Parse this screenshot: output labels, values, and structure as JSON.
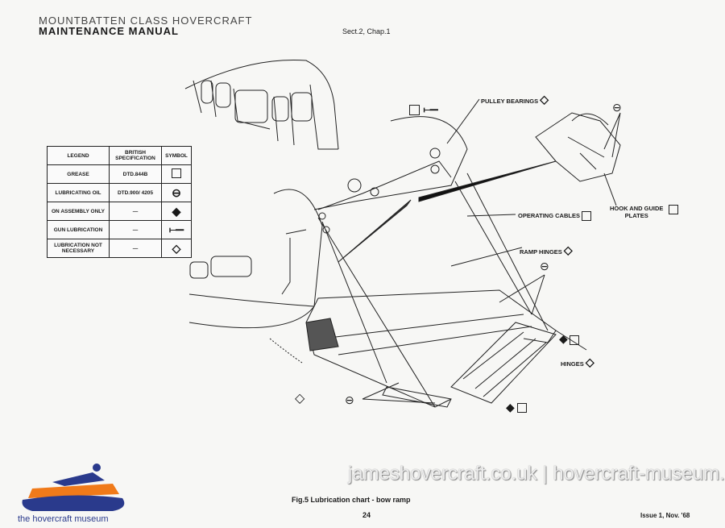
{
  "header": {
    "title": "MOUNTBATTEN CLASS HOVERCRAFT",
    "subtitle": "MAINTENANCE MANUAL",
    "section": "Sect.2, Chap.1"
  },
  "legend": {
    "headers": [
      "LEGEND",
      "BRITISH SPECIFICATION",
      "SYMBOL"
    ],
    "rows": [
      {
        "legend": "GREASE",
        "spec": "DTD.844B",
        "symbol": "square-icon"
      },
      {
        "legend": "LUBRICATING OIL",
        "spec": "DTD.900/ 4205",
        "symbol": "circle-bar-icon"
      },
      {
        "legend": "ON ASSEMBLY ONLY",
        "spec": "—",
        "symbol": "filled-diamond-icon"
      },
      {
        "legend": "GUN LUBRICATION",
        "spec": "—",
        "symbol": "grease-gun-icon"
      },
      {
        "legend": "LUBRICATION NOT NECESSARY",
        "spec": "—",
        "symbol": "open-diamond-icon"
      }
    ]
  },
  "callouts": {
    "pulley_bearings": "PULLEY BEARINGS",
    "operating_cables": "OPERATING CABLES",
    "ramp_hinges": "RAMP HINGES",
    "hook_and_guide_plates_1": "HOOK AND GUIDE",
    "hook_and_guide_plates_2": "PLATES",
    "hinges": "HINGES"
  },
  "footer": {
    "caption": "Fig.5  Lubrication chart - bow ramp",
    "page_number": "24",
    "issue": "Issue 1, Nov. '68",
    "watermark": "jameshovercraft.co.uk | hovercraft-museum.org",
    "museum_logo_text": "the hovercraft museum"
  },
  "colors": {
    "logo_orange": "#f07a1a",
    "logo_blue": "#2a3a8c"
  }
}
